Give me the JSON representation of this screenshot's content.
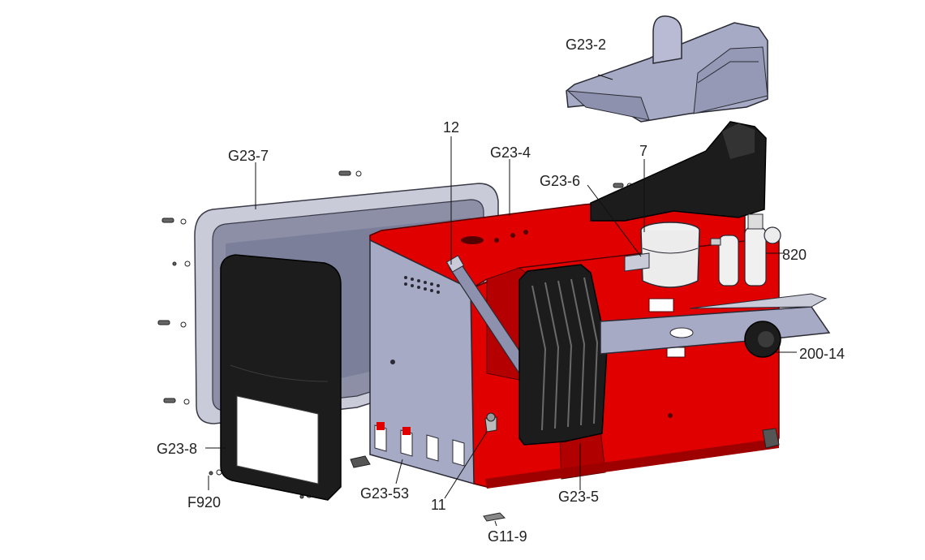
{
  "colors": {
    "housing_red": "#e00000",
    "housing_dark_red": "#9e0000",
    "panel_gray": "#a7aac4",
    "frame_gray": "#c9cbd9",
    "rubber_black": "#1c1c1c",
    "accent_white": "#ececec"
  },
  "labels": {
    "g23_2": "G23-2",
    "g23_7": "G23-7",
    "n12": "12",
    "g23_4": "G23-4",
    "n7": "7",
    "g23_6": "G23-6",
    "n820": "820",
    "n200_14": "200-14",
    "g23_8": "G23-8",
    "f920": "F920",
    "g23_53": "G23-53",
    "n11": "11",
    "g23_5": "G23-5",
    "g11_9": "G11-9"
  }
}
